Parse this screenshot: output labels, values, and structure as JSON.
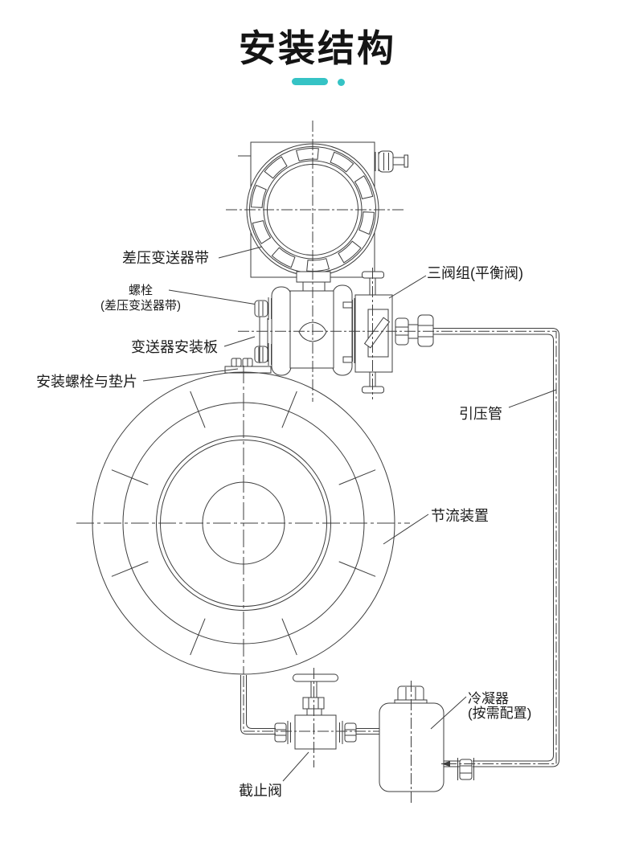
{
  "title": "安装结构",
  "accent_color": "#35c3c5",
  "diagram": {
    "line_color": "#3d3d3d",
    "labels": {
      "transmitter_band": "差压变送器带",
      "bolt": "螺栓\n(差压变送器带)",
      "mounting_plate": "变送器安装板",
      "mounting_bolt_gasket": "安装螺栓与垫片",
      "three_valve_manifold": "三阀组(平衡阀)",
      "impulse_pipe": "引压管",
      "throttling_device": "节流装置",
      "condenser": "冷凝器\n(按需配置)",
      "stop_valve": "截止阀"
    }
  }
}
